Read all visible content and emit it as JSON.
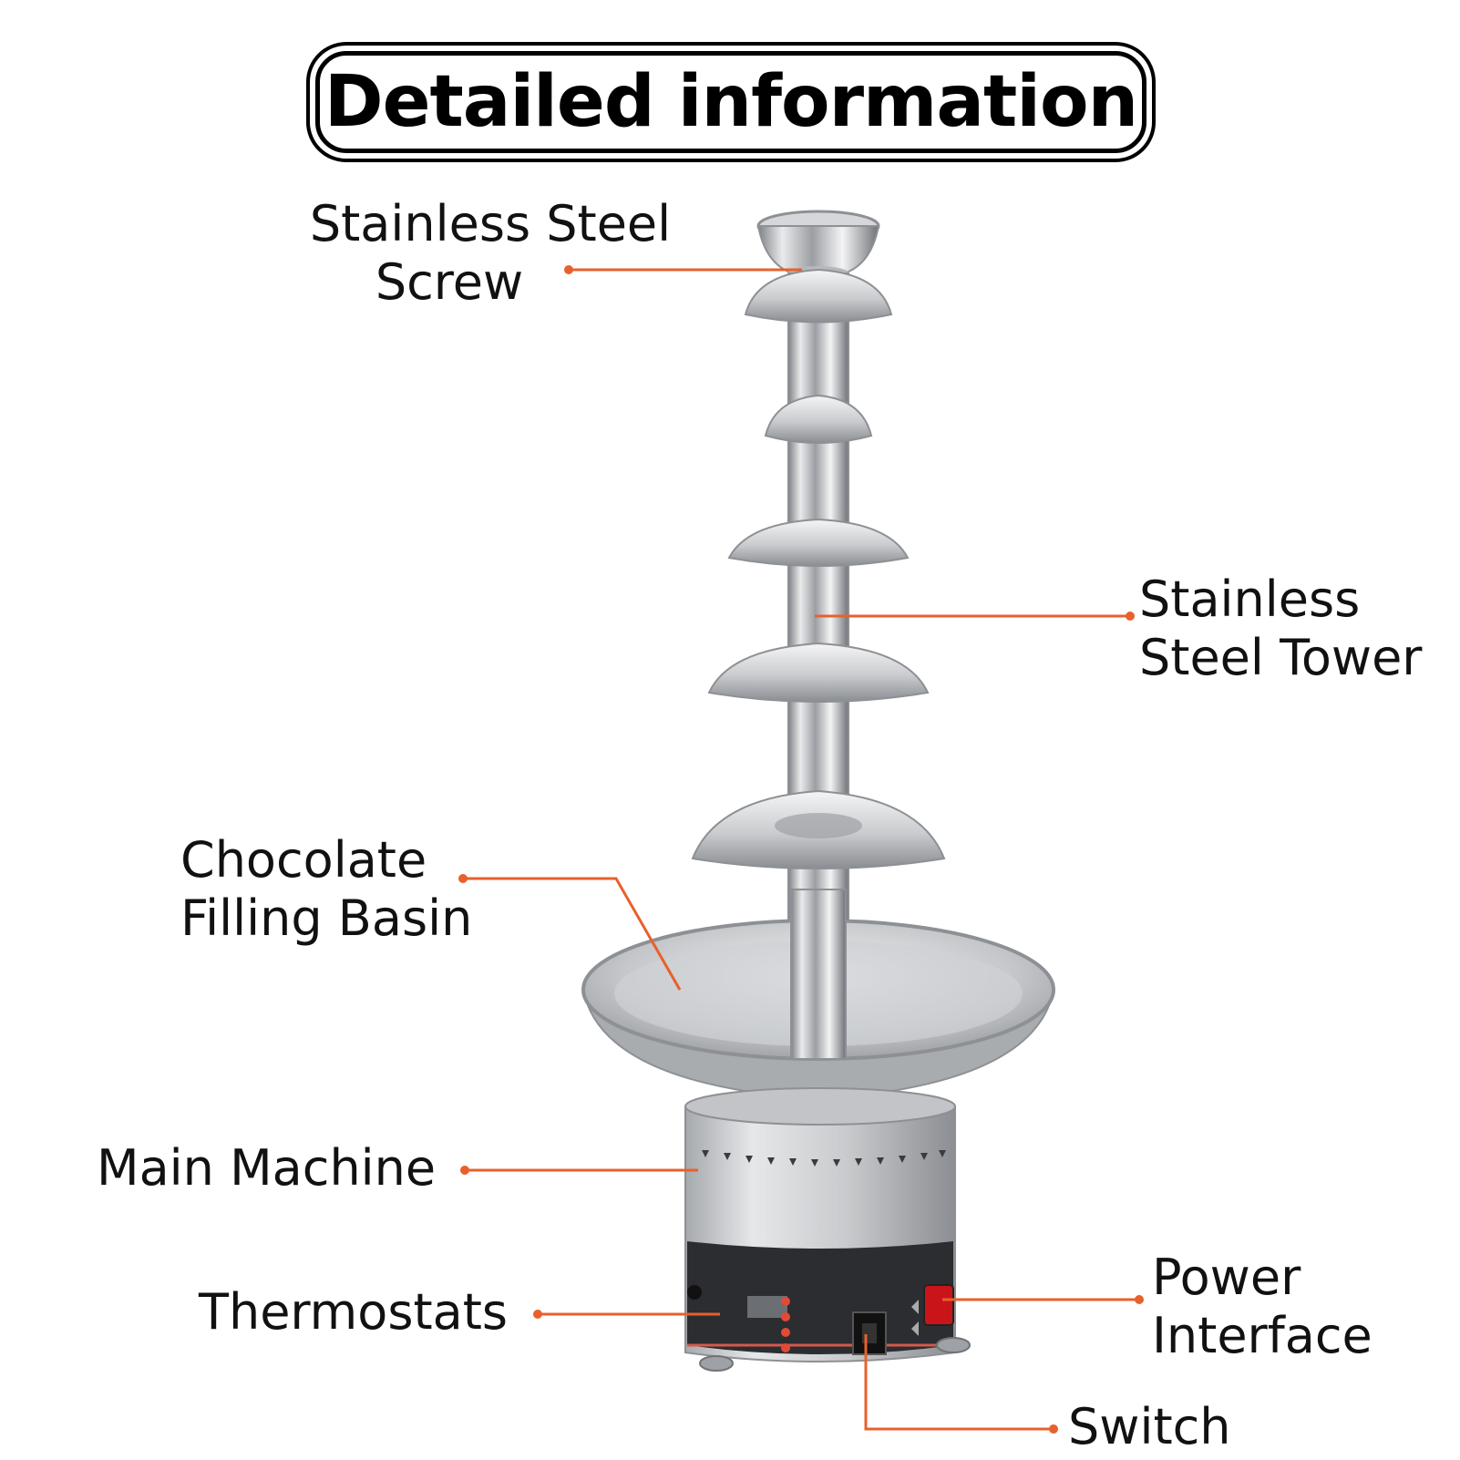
{
  "title": "Detailed information",
  "accent_color": "#e8602c",
  "labels": {
    "screw": [
      "Stainless Steel",
      "Screw"
    ],
    "tower": [
      "Stainless",
      "Steel Tower"
    ],
    "basin": [
      "Chocolate",
      "Filling Basin"
    ],
    "main_machine": "Main Machine",
    "thermostats": "Thermostats",
    "power_interface": [
      "Power",
      "Interface"
    ],
    "switch": "Switch"
  }
}
